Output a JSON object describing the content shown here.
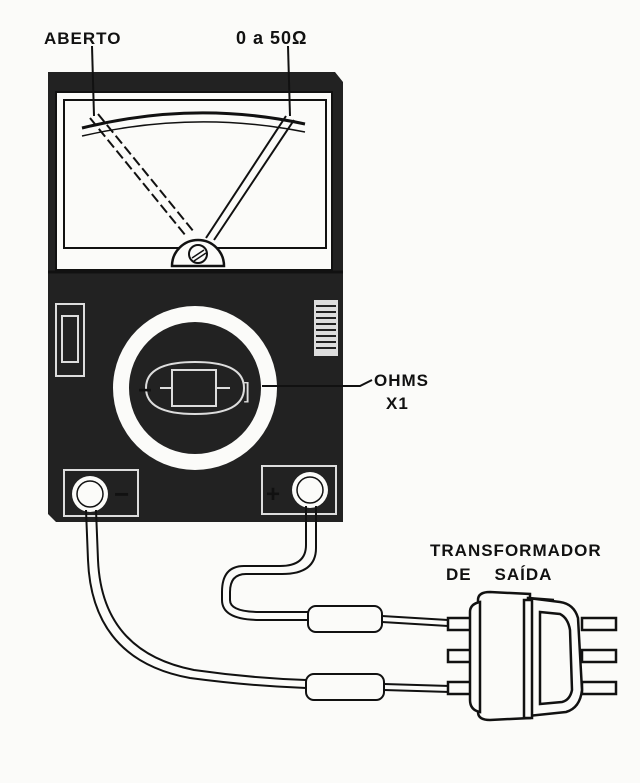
{
  "labels": {
    "open": "ABERTO",
    "range": "0 a 50Ω",
    "ohms": "OHMS",
    "multiplier": "X1",
    "transformer_line1": "TRANSFORMADOR",
    "transformer_line2": "DE    SAÍDA",
    "minus": "−",
    "plus": "+",
    "dial_minus": "−"
  },
  "colors": {
    "ink": "#111111",
    "paper": "#fbfbf9",
    "body": "#222222"
  }
}
